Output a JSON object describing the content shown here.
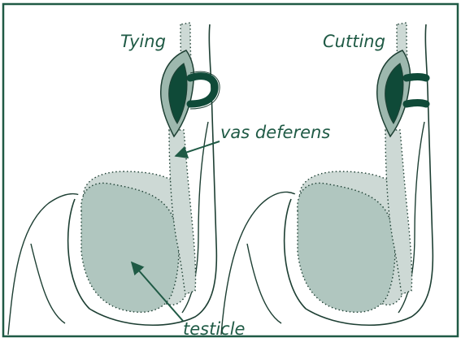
{
  "labels": {
    "tying": "Tying",
    "cutting": "Cutting",
    "vas_deferens": "vas deferens",
    "testicle": "testicle"
  },
  "colors": {
    "frame": "#1f5a45",
    "label_text": "#1f5a45",
    "outline": "#1d3f33",
    "scrotum_fill": "#ffffff",
    "epididymis_fill": "#cdd9d5",
    "testicle_fill": "#b0c6bf",
    "vas_fill": "#cdd9d5",
    "clip_dark": "#0f4a38",
    "clip_light": "#9db8ae",
    "arrow": "#1f5a45"
  }
}
